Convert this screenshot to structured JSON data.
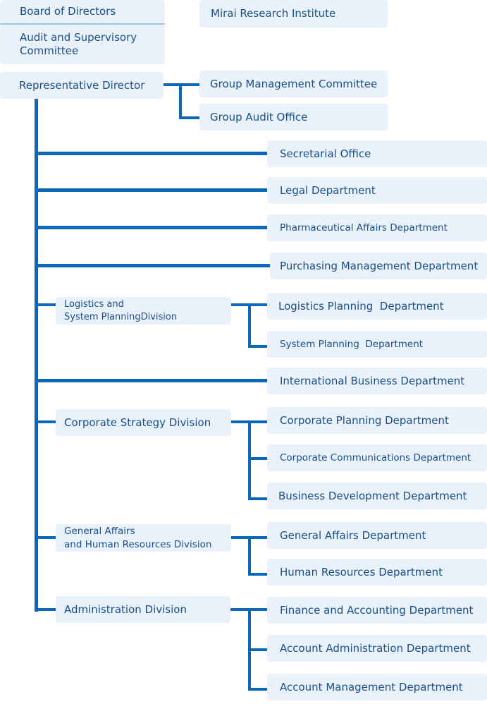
{
  "top": {
    "board": "Board of Directors",
    "audit": "Audit and Supervisory Committee",
    "mirai": "Mirai Research Institute"
  },
  "rep": {
    "label": "Representative Director",
    "children": [
      "Group Management Committee",
      "Group Audit Office"
    ]
  },
  "direct_departments": [
    "Secretarial Office",
    "Legal Department",
    "Pharmaceutical Affairs Department",
    "Purchasing Management Department",
    "International Business Department"
  ],
  "divisions": [
    {
      "name": "Logistics and\nSystem PlanningDivision",
      "departments": [
        "Logistics Planning  Department",
        "System Planning  Department"
      ]
    },
    {
      "name": "Corporate Strategy Division",
      "departments": [
        "Corporate Planning Department",
        "Corporate Communications Department",
        "Business Development Department"
      ]
    },
    {
      "name": "General Affairs\nand Human Resources Division",
      "departments": [
        "General Affairs Department",
        "Human Resources Department"
      ]
    },
    {
      "name": "Administration Division",
      "departments": [
        "Finance and Accounting Department",
        "Account Administration Department",
        "Account Management Department"
      ]
    }
  ]
}
